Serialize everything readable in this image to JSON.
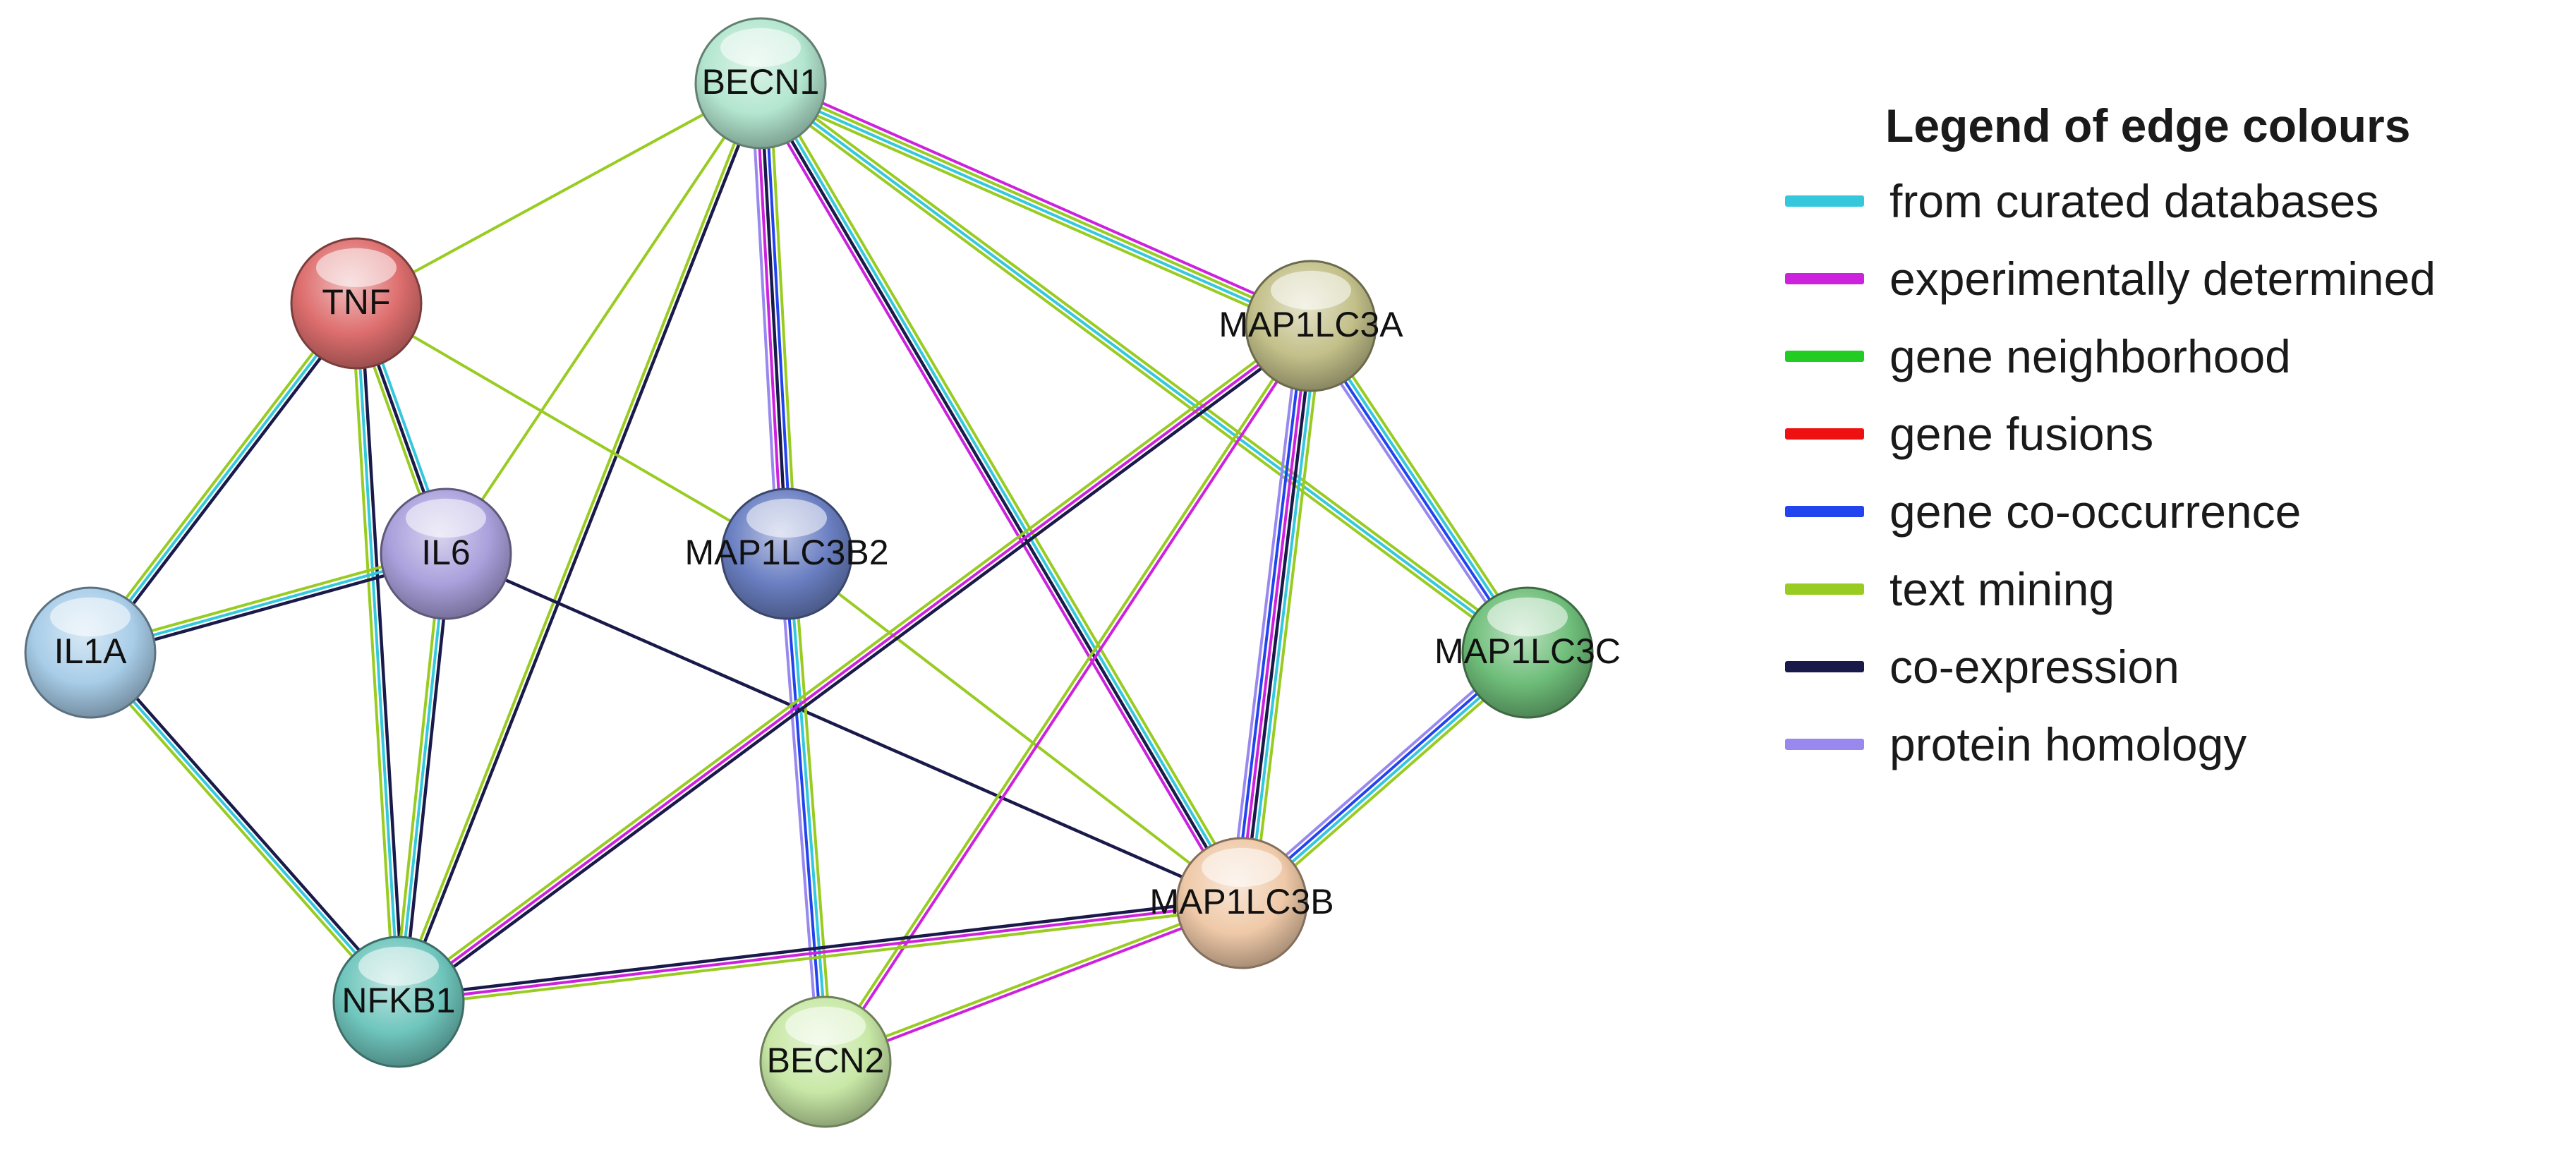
{
  "network": {
    "nodes": [
      {
        "id": "BECN1",
        "label": "BECN1",
        "color": "#b3e6cf"
      },
      {
        "id": "TNF",
        "label": "TNF",
        "color": "#de6e6e"
      },
      {
        "id": "IL6",
        "label": "IL6",
        "color": "#aaa0dc"
      },
      {
        "id": "IL1A",
        "label": "IL1A",
        "color": "#a8cde8"
      },
      {
        "id": "MAP1LC3B2",
        "label": "MAP1LC3B2",
        "color": "#6a7fc2"
      },
      {
        "id": "MAP1LC3A",
        "label": "MAP1LC3A",
        "color": "#c3c08a"
      },
      {
        "id": "MAP1LC3C",
        "label": "MAP1LC3C",
        "color": "#6fbe7a"
      },
      {
        "id": "MAP1LC3B",
        "label": "MAP1LC3B",
        "color": "#efc9a8"
      },
      {
        "id": "NFKB1",
        "label": "NFKB1",
        "color": "#6fc6bd"
      },
      {
        "id": "BECN2",
        "label": "BECN2",
        "color": "#c8e8a6"
      }
    ],
    "edges": [
      {
        "source": "TNF",
        "target": "BECN1",
        "evidence": [
          "text_mining"
        ]
      },
      {
        "source": "BECN1",
        "target": "IL6",
        "evidence": [
          "text_mining"
        ]
      },
      {
        "source": "BECN1",
        "target": "NFKB1",
        "evidence": [
          "co_expression",
          "text_mining"
        ]
      },
      {
        "source": "BECN1",
        "target": "MAP1LC3B2",
        "evidence": [
          "text_mining",
          "gene_co_occurrence",
          "co_expression",
          "experimentally_determined",
          "protein_homology"
        ]
      },
      {
        "source": "BECN1",
        "target": "MAP1LC3A",
        "evidence": [
          "experimentally_determined",
          "text_mining",
          "curated_databases",
          "text_mining"
        ]
      },
      {
        "source": "BECN1",
        "target": "MAP1LC3C",
        "evidence": [
          "text_mining",
          "curated_databases",
          "text_mining"
        ]
      },
      {
        "source": "BECN1",
        "target": "MAP1LC3B",
        "evidence": [
          "text_mining",
          "curated_databases",
          "co_expression",
          "experimentally_determined"
        ]
      },
      {
        "source": "TNF",
        "target": "IL1A",
        "evidence": [
          "co_expression",
          "curated_databases",
          "text_mining"
        ]
      },
      {
        "source": "TNF",
        "target": "IL6",
        "evidence": [
          "curated_databases",
          "co_expression",
          "text_mining"
        ]
      },
      {
        "source": "TNF",
        "target": "NFKB1",
        "evidence": [
          "co_expression",
          "curated_databases",
          "text_mining"
        ]
      },
      {
        "source": "TNF",
        "target": "MAP1LC3B2",
        "evidence": [
          "text_mining"
        ]
      },
      {
        "source": "IL6",
        "target": "IL1A",
        "evidence": [
          "co_expression",
          "curated_databases",
          "text_mining"
        ]
      },
      {
        "source": "IL6",
        "target": "NFKB1",
        "evidence": [
          "co_expression",
          "curated_databases",
          "text_mining"
        ]
      },
      {
        "source": "IL6",
        "target": "MAP1LC3B",
        "evidence": [
          "co_expression"
        ]
      },
      {
        "source": "IL1A",
        "target": "NFKB1",
        "evidence": [
          "co_expression",
          "curated_databases",
          "text_mining"
        ]
      },
      {
        "source": "MAP1LC3B2",
        "target": "BECN2",
        "evidence": [
          "text_mining",
          "curated_databases",
          "gene_co_occurrence",
          "protein_homology"
        ]
      },
      {
        "source": "MAP1LC3B2",
        "target": "MAP1LC3B",
        "evidence": [
          "text_mining"
        ]
      },
      {
        "source": "MAP1LC3A",
        "target": "NFKB1",
        "evidence": [
          "co_expression",
          "experimentally_determined",
          "text_mining"
        ]
      },
      {
        "source": "MAP1LC3A",
        "target": "BECN2",
        "evidence": [
          "experimentally_determined",
          "text_mining"
        ]
      },
      {
        "source": "MAP1LC3A",
        "target": "MAP1LC3C",
        "evidence": [
          "text_mining",
          "curated_databases",
          "gene_co_occurrence",
          "protein_homology"
        ]
      },
      {
        "source": "MAP1LC3A",
        "target": "MAP1LC3B",
        "evidence": [
          "text_mining",
          "curated_databases",
          "co_expression",
          "experimentally_determined",
          "gene_co_occurrence",
          "protein_homology"
        ]
      },
      {
        "source": "MAP1LC3C",
        "target": "MAP1LC3B",
        "evidence": [
          "text_mining",
          "curated_databases",
          "gene_co_occurrence",
          "protein_homology"
        ]
      },
      {
        "source": "MAP1LC3B",
        "target": "NFKB1",
        "evidence": [
          "text_mining",
          "experimentally_determined",
          "co_expression"
        ]
      },
      {
        "source": "MAP1LC3B",
        "target": "BECN2",
        "evidence": [
          "experimentally_determined",
          "text_mining"
        ]
      }
    ]
  },
  "legend": {
    "title": "Legend of edge colours",
    "items": [
      {
        "key": "curated_databases",
        "label": "from curated databases",
        "color": "#35c8dd"
      },
      {
        "key": "experimentally_determined",
        "label": "experimentally determined",
        "color": "#cc22dd"
      },
      {
        "key": "gene_neighborhood",
        "label": "gene neighborhood",
        "color": "#22cc22"
      },
      {
        "key": "gene_fusions",
        "label": "gene fusions",
        "color": "#ee1111"
      },
      {
        "key": "gene_co_occurrence",
        "label": "gene co-occurrence",
        "color": "#2244ee"
      },
      {
        "key": "text_mining",
        "label": "text mining",
        "color": "#99cc22"
      },
      {
        "key": "co_expression",
        "label": "co-expression",
        "color": "#1a1a4a"
      },
      {
        "key": "protein_homology",
        "label": "protein homology",
        "color": "#9988ee"
      }
    ]
  }
}
